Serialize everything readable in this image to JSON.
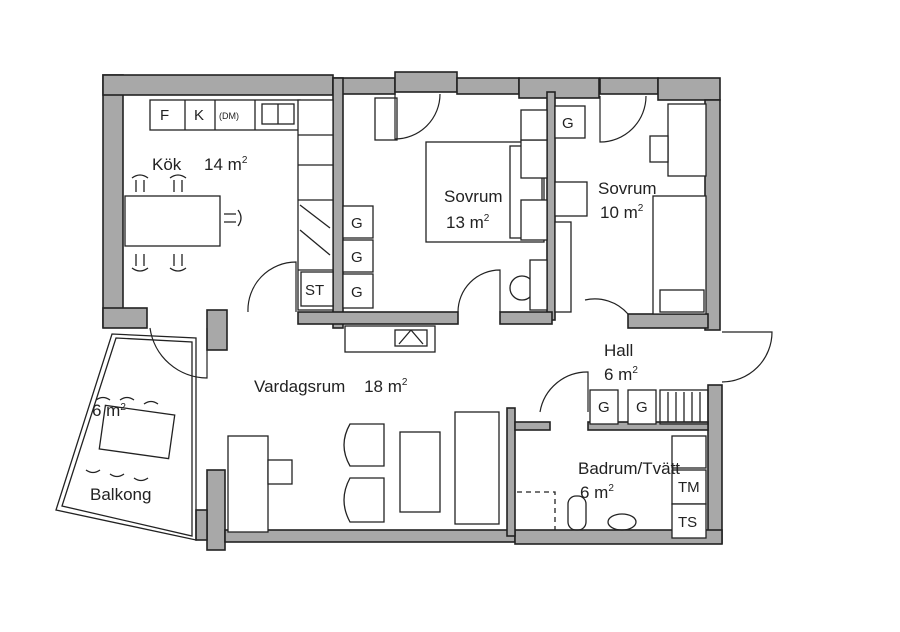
{
  "rooms": {
    "kok": {
      "name": "Kök",
      "area": "14 m",
      "sup": "2"
    },
    "sovrum1": {
      "name": "Sovrum",
      "area": "13 m",
      "sup": "2"
    },
    "sovrum2": {
      "name": "Sovrum",
      "area": "10 m",
      "sup": "2"
    },
    "vardag": {
      "name": "Vardagsrum",
      "area": "18 m",
      "sup": "2"
    },
    "hall": {
      "name": "Hall",
      "area": "6 m",
      "sup": "2"
    },
    "badrum": {
      "name": "Badrum/Tvätt",
      "area": "6 m",
      "sup": "2"
    },
    "balkong": {
      "name": "Balkong",
      "area": "6 m",
      "sup": "2"
    }
  },
  "fixtures": {
    "fridge": "F",
    "freezer": "K",
    "dishwasher": "(DM)",
    "wardrobe": "G",
    "storage": "ST",
    "dryer": "TM",
    "drying_cabinet": "TS"
  }
}
